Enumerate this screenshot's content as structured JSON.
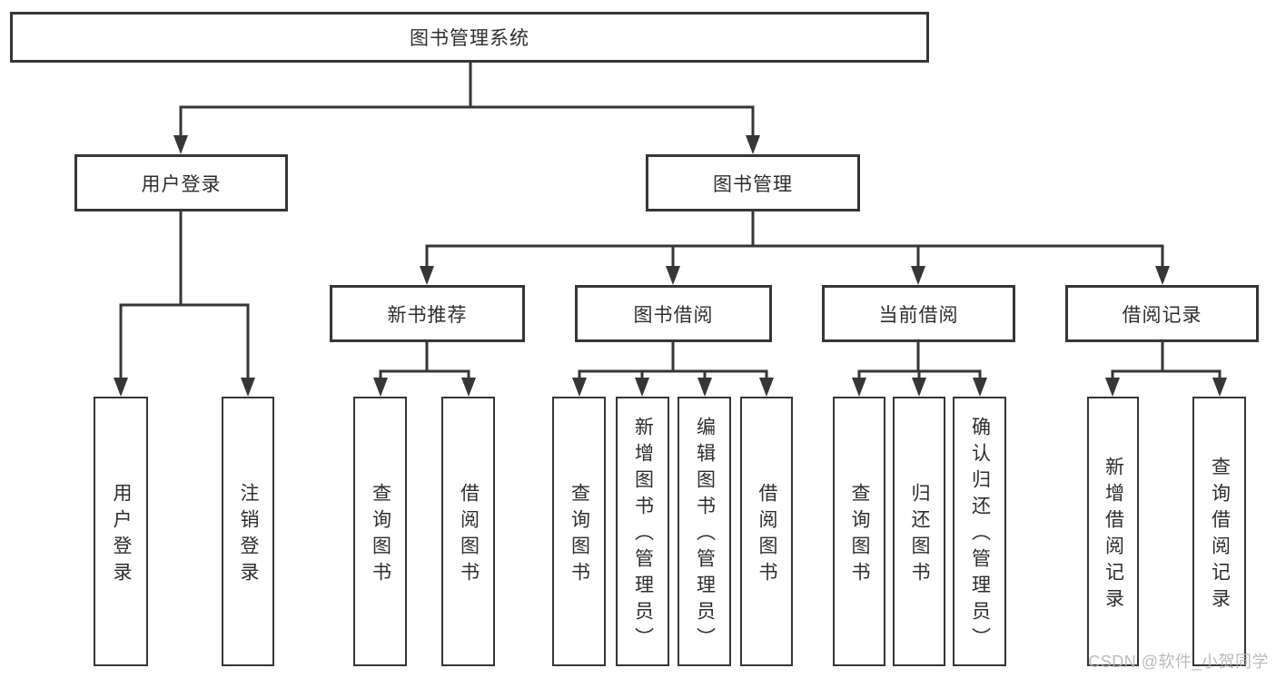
{
  "diagram": {
    "root": "图书管理系统",
    "branches": [
      {
        "label": "用户登录",
        "leaves": [
          "用户登录",
          "注销登录"
        ]
      },
      {
        "label": "图书管理",
        "children": [
          {
            "label": "新书推荐",
            "leaves": [
              "查询图书",
              "借阅图书"
            ]
          },
          {
            "label": "图书借阅",
            "leaves": [
              "查询图书",
              "新增图书（管理员）",
              "编辑图书（管理员）",
              "借阅图书"
            ]
          },
          {
            "label": "当前借阅",
            "leaves": [
              "查询图书",
              "归还图书",
              "确认归还（管理员）"
            ]
          },
          {
            "label": "借阅记录",
            "leaves": [
              "新增借阅记录",
              "查询借阅记录"
            ]
          }
        ]
      }
    ]
  },
  "watermark": "CSDN @软件_小贺同学",
  "colors": {
    "line": "#363636",
    "text": "#2e2e2e",
    "box_fill": "#ffffff",
    "watermark": "#b2b2b2",
    "background": "#ffffff"
  }
}
